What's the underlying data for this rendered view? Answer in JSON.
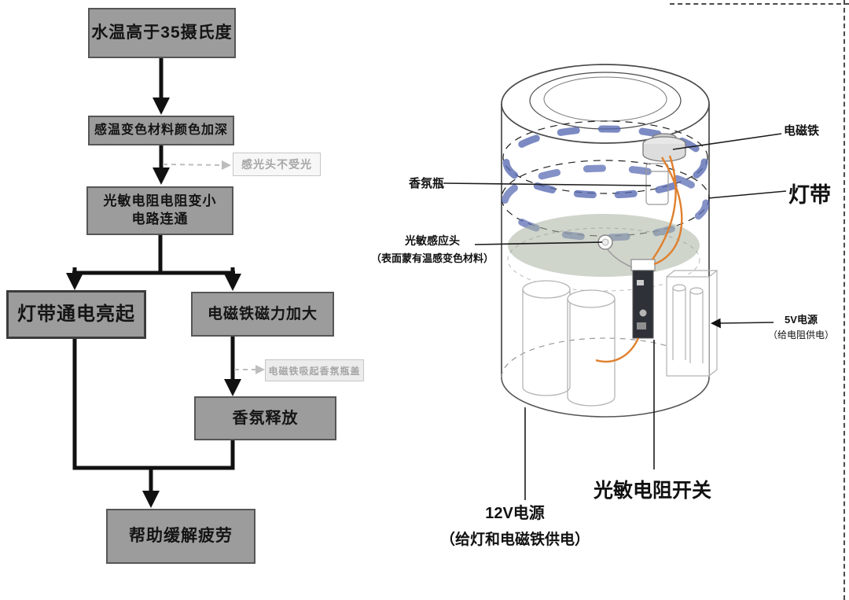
{
  "flowchart": {
    "step_temp": "水温高于35摄氏度",
    "step_color": "感温变色材料颜色加深",
    "note_light": "感光头不受光",
    "step_resistor": "光敏电阻电阻变小\n电路连通",
    "step_led": "灯带通电亮起",
    "step_magnet": "电磁铁磁力加大",
    "note_cap": "电磁铁吸起香氛瓶盖",
    "step_fragrance": "香氛释放",
    "step_relief": "帮助缓解疲劳"
  },
  "device": {
    "electromagnet": "电磁铁",
    "light_strip": "灯带",
    "fragrance_bottle": "香氛瓶",
    "sensor_head": "光敏感应头",
    "sensor_head_note": "（表面蒙有温感变色材料）",
    "power_5v": "5V电源",
    "power_5v_note": "（给电阻供电）",
    "photoresistor_switch": "光敏电阻开关",
    "power_12v": "12V电源",
    "power_12v_note": "（给灯和电磁铁供电）"
  },
  "colors": {
    "box_fill": "#9c9c9c",
    "box_border": "#565656",
    "arrow": "#111111",
    "note_border": "#c6c6c6",
    "note_text": "#a6a6a6",
    "light_strip_blue": "#5b6db4",
    "plate_green": "#a9b2a2",
    "wire_orange": "#e0802e"
  }
}
